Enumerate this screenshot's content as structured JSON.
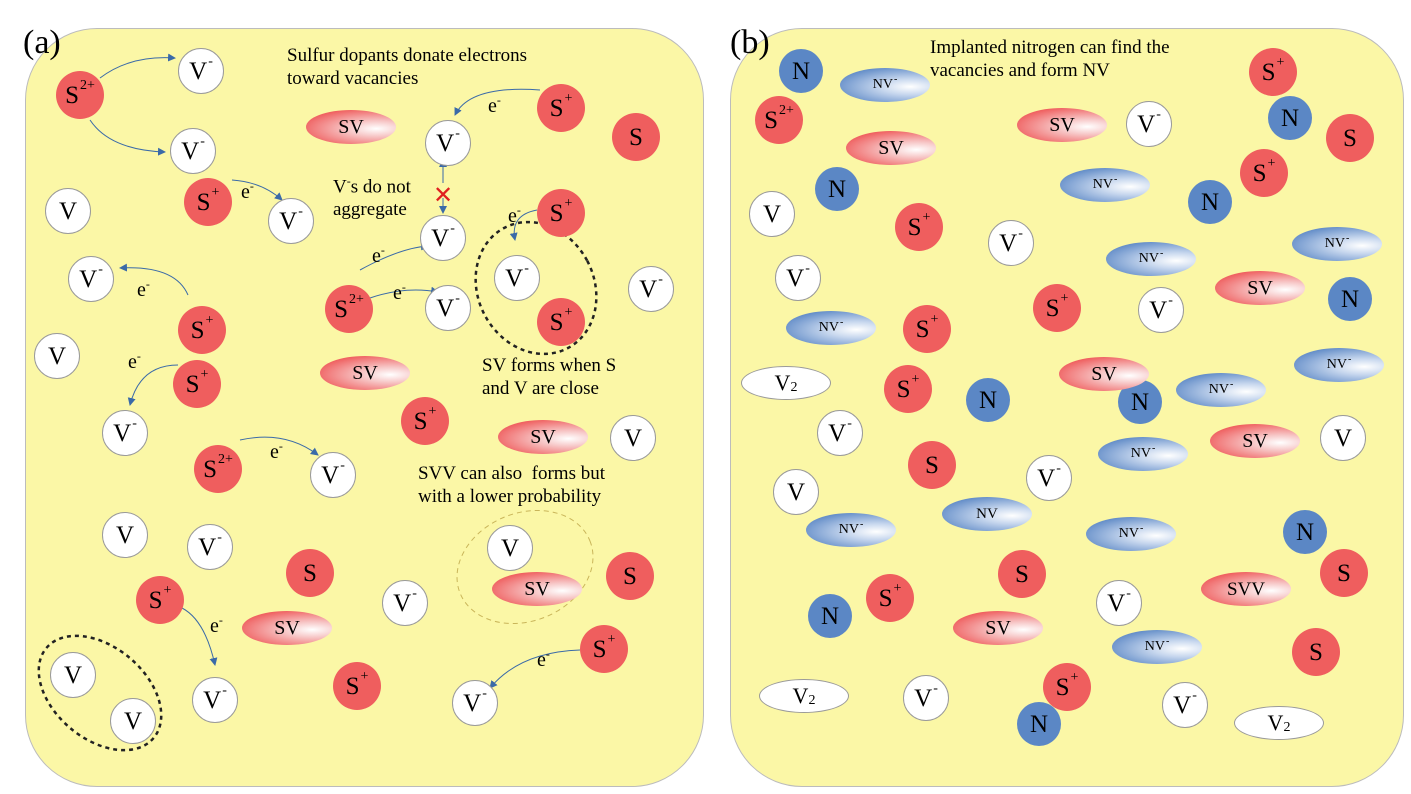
{
  "panel_a": {
    "label": "(a)",
    "note_donate": "Sulfur dopants donate electrons\ntoward vacancies",
    "note_aggregate_v": "V",
    "note_aggregate_sup": "-",
    "note_aggregate_rest": "s do not\naggregate",
    "note_sv": "SV forms when S\nand V are close",
    "note_svv": "SVV can also  forms but\nwith a lower probability"
  },
  "panel_b": {
    "label": "(b)",
    "note_implant": "Implanted nitrogen can find the\nvacancies and form NV"
  },
  "symbols": {
    "V": "V",
    "S": "S",
    "N": "N",
    "SV": "SV",
    "SVV": "SVV",
    "NV": "NV",
    "V2": "V",
    "V2_sub": "2",
    "minus": "-",
    "plus": "+",
    "two_plus": "2+",
    "electron": "e",
    "cross": "✕"
  },
  "colors": {
    "background": "#fbf7a6",
    "sulfur": "#ef5e5e",
    "nitrogen": "#5b87c5",
    "vacancy": "#ffffff",
    "arrow": "#3a6aa8",
    "cross": "#e02020"
  }
}
